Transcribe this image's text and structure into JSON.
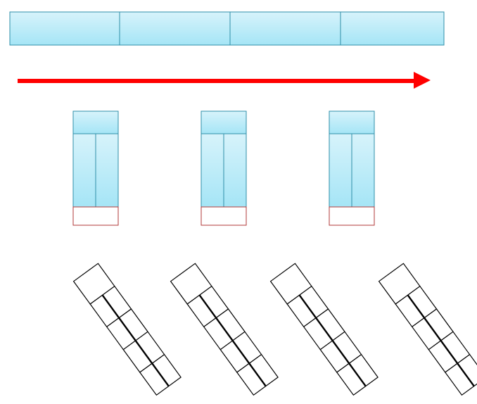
{
  "colors": {
    "cell_gradient_top": "#d7f3fb",
    "cell_gradient_bottom": "#a5e5f6",
    "cell_border": "#2f8fa8",
    "arrow": "#ff0000",
    "empty_slot_border": "#b23a3a",
    "outline": "#000000",
    "background": "#ffffff"
  },
  "top_bar": {
    "segment_count": 4
  },
  "arrow": {
    "direction": "right"
  },
  "vertical_units": {
    "count": 3,
    "parts": [
      "header-cell",
      "column-pair",
      "empty-slot"
    ]
  },
  "tilted_strips": {
    "count": 4,
    "cells_per_strip": 5,
    "orientation": "diagonal"
  }
}
